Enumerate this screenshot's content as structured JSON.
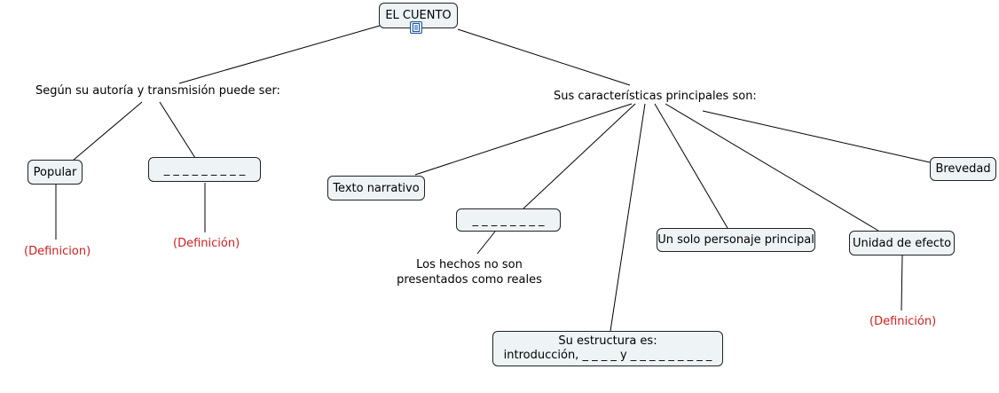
{
  "root": {
    "title": "EL CUENTO",
    "icon": "document-icon"
  },
  "left": {
    "linking_phrase": "Según su autoría y transmisión puede ser:",
    "concept_popular": "Popular",
    "concept_blank": "_ _ _ _ _ _ _ _ _",
    "def_popular": "(Definicion)",
    "def_blank": "(Definición)"
  },
  "right": {
    "linking_phrase": "Sus características principales son:",
    "texto_narrativo": "Texto narrativo",
    "blank_concept": "_ _ _ _ _ _ _ _",
    "hechos_line1": "Los hechos no son",
    "hechos_line2": "presentados como reales",
    "estructura_line1": "Su estructura es:",
    "estructura_line2": "introducción, _ _ _ _ y _ _ _ _ _ _ _ _ _",
    "personaje": "Un solo personaje principal",
    "unidad": "Unidad de efecto",
    "def_unidad": "(Definición)",
    "brevedad": "Brevedad"
  }
}
